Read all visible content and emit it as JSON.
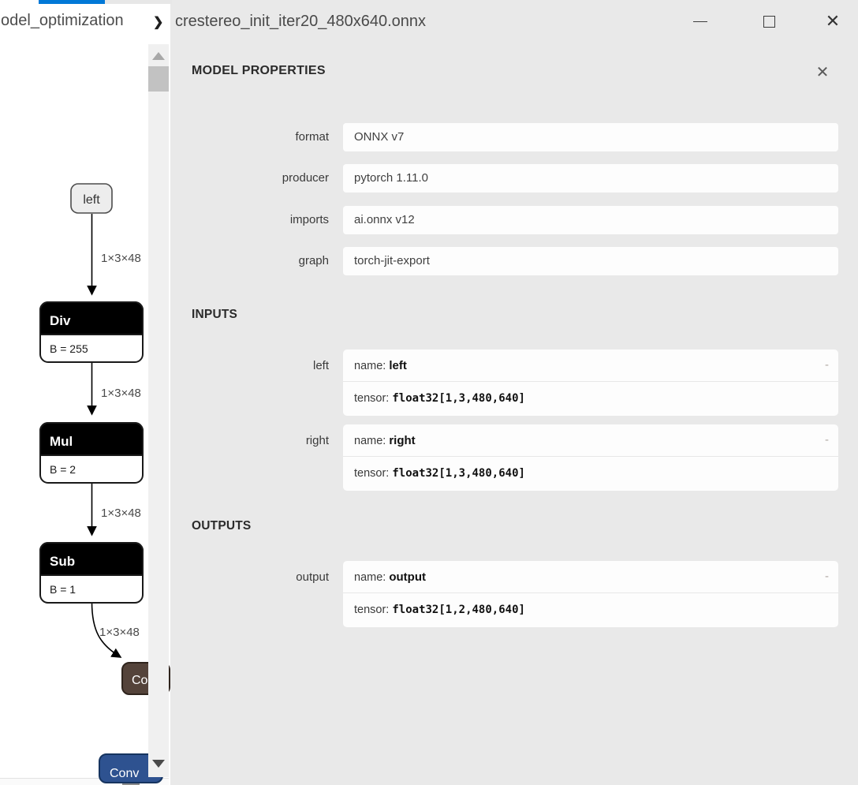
{
  "titlebar": {
    "breadcrumb": "odel_optimization",
    "chevron": "❯",
    "filename": "crestereo_init_iter20_480x640.onnx",
    "close_icon": "✕"
  },
  "panel": {
    "title": "MODEL PROPERTIES",
    "close_icon": "✕",
    "fields": [
      {
        "label": "format",
        "value": "ONNX v7"
      },
      {
        "label": "producer",
        "value": "pytorch 1.11.0"
      },
      {
        "label": "imports",
        "value": "ai.onnx v12"
      },
      {
        "label": "graph",
        "value": "torch-jit-export"
      }
    ],
    "inputs_header": "INPUTS",
    "inputs": [
      {
        "label": "left",
        "name_key": "name: ",
        "name_value": "left",
        "tensor_key": "tensor: ",
        "tensor_value": "float32[1,3,480,640]",
        "collapse_icon": "-"
      },
      {
        "label": "right",
        "name_key": "name: ",
        "name_value": "right",
        "tensor_key": "tensor: ",
        "tensor_value": "float32[1,3,480,640]",
        "collapse_icon": "-"
      }
    ],
    "outputs_header": "OUTPUTS",
    "outputs": [
      {
        "label": "output",
        "name_key": "name: ",
        "name_value": "output",
        "tensor_key": "tensor: ",
        "tensor_value": "float32[1,2,480,640]",
        "collapse_icon": "-"
      }
    ]
  },
  "graph": {
    "input_node": {
      "label": "left"
    },
    "nodes": [
      {
        "type": "Div",
        "attr": "B = 255"
      },
      {
        "type": "Mul",
        "attr": "B = 2"
      },
      {
        "type": "Sub",
        "attr": "B = 1"
      }
    ],
    "partial_nodes": [
      {
        "label": "Co"
      },
      {
        "label": "Conv"
      }
    ],
    "edge_labels": [
      "1×3×48",
      "1×3×48",
      "1×3×48",
      "1×3×48"
    ]
  },
  "colors": {
    "tab_accent": "#0078d7",
    "panel_bg": "#e9e9e9",
    "node_header": "#000000",
    "conv_node_blue": "#2e5290",
    "concat_node_brown": "#54433a",
    "scroll_thumb": "#c2c2c2"
  }
}
